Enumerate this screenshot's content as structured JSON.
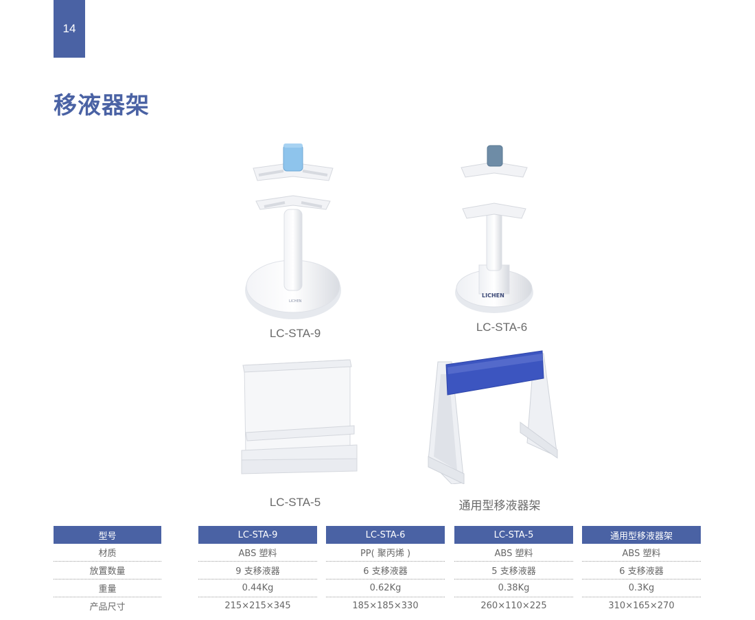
{
  "page_number": "14",
  "title": "移液器架",
  "products": [
    {
      "caption": "LC-STA-9",
      "logo_text": "LICHEN",
      "cap_color": "#8ec4ec"
    },
    {
      "caption": "LC-STA-6",
      "logo_text": "LICHEN",
      "cap_color": "#6e8ca6"
    },
    {
      "caption": "LC-STA-5"
    },
    {
      "caption": "通用型移液器架",
      "bar_color": "#3c55c0"
    }
  ],
  "spec_table": {
    "row_labels": [
      "型号",
      "材质",
      "放置数量",
      "重量",
      "产品尺寸"
    ],
    "columns": [
      {
        "header": "LC-STA-9",
        "values": [
          "ABS 塑料",
          "9 支移液器",
          "0.44Kg",
          "215×215×345"
        ]
      },
      {
        "header": "LC-STA-6",
        "values": [
          "PP( 聚丙烯 )",
          "6 支移液器",
          "0.62Kg",
          "185×185×330"
        ]
      },
      {
        "header": "LC-STA-5",
        "values": [
          "ABS 塑料",
          "5 支移液器",
          "0.38Kg",
          "260×110×225"
        ]
      },
      {
        "header": "通用型移液器架",
        "values": [
          "ABS 塑料",
          "6 支移液器",
          "0.3Kg",
          "310×165×270"
        ]
      }
    ]
  },
  "colors": {
    "brand": "#4a62a4"
  }
}
